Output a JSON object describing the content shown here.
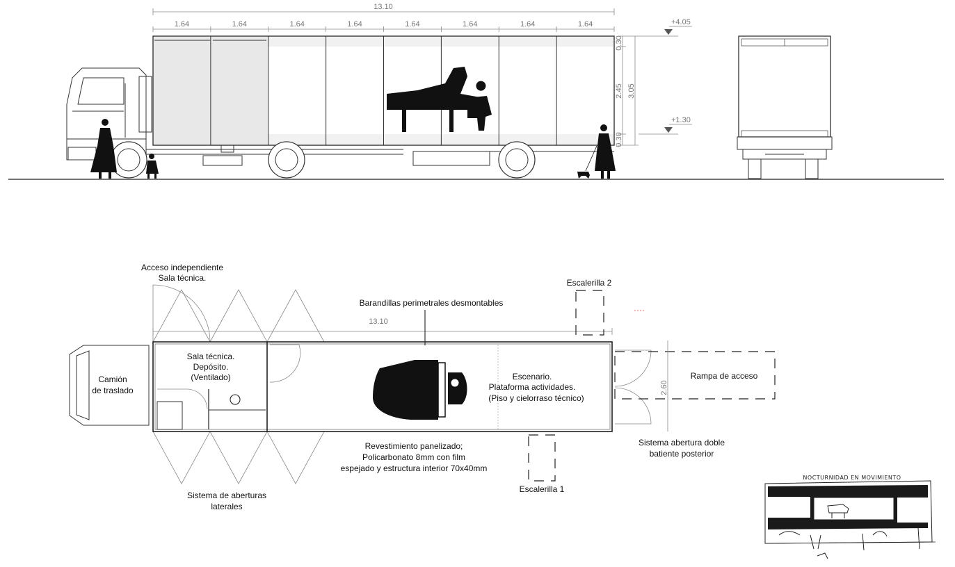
{
  "elevation": {
    "total_length": "13.10",
    "module_widths": [
      "1.64",
      "1.64",
      "1.64",
      "1.64",
      "1.64",
      "1.64",
      "1.64",
      "1.64"
    ],
    "height_parts": [
      "0.30",
      "2.45",
      "0.30"
    ],
    "total_height": "3.05",
    "level_top": "+4.05",
    "level_floor": "+1.30"
  },
  "plan": {
    "total_length": "13.10",
    "width": "2.60",
    "labels": {
      "acceso_line1": "Acceso independiente",
      "acceso_line2": "Sala técnica.",
      "escalerilla2": "Escalerilla 2",
      "barandillas": "Barandillas perimetrales desmontables",
      "camion_line1": "Camión",
      "camion_line2": "de traslado",
      "sala_line1": "Sala técnica.",
      "sala_line2": "Depósito.",
      "sala_line3": "(Ventilado)",
      "escenario_line1": "Escenario.",
      "escenario_line2": "Plataforma actividades.",
      "escenario_line3": "(Piso y cielorraso técnico)",
      "rampa": "Rampa de acceso",
      "revest_line1": "Revestimiento panelizado;",
      "revest_line2": "Policarbonato 8mm con film",
      "revest_line3": "espejado y estructura interior 70x40mm",
      "sistema_doble_line1": "Sistema abertura  doble",
      "sistema_doble_line2": "batiente posterior",
      "escalerilla1": "Escalerilla 1",
      "sistema_lat_line1": "Sistema de aberturas",
      "sistema_lat_line2": "laterales"
    }
  },
  "sketch": {
    "caption": "NOCTURNIDAD EN MOVIMIENTO"
  }
}
